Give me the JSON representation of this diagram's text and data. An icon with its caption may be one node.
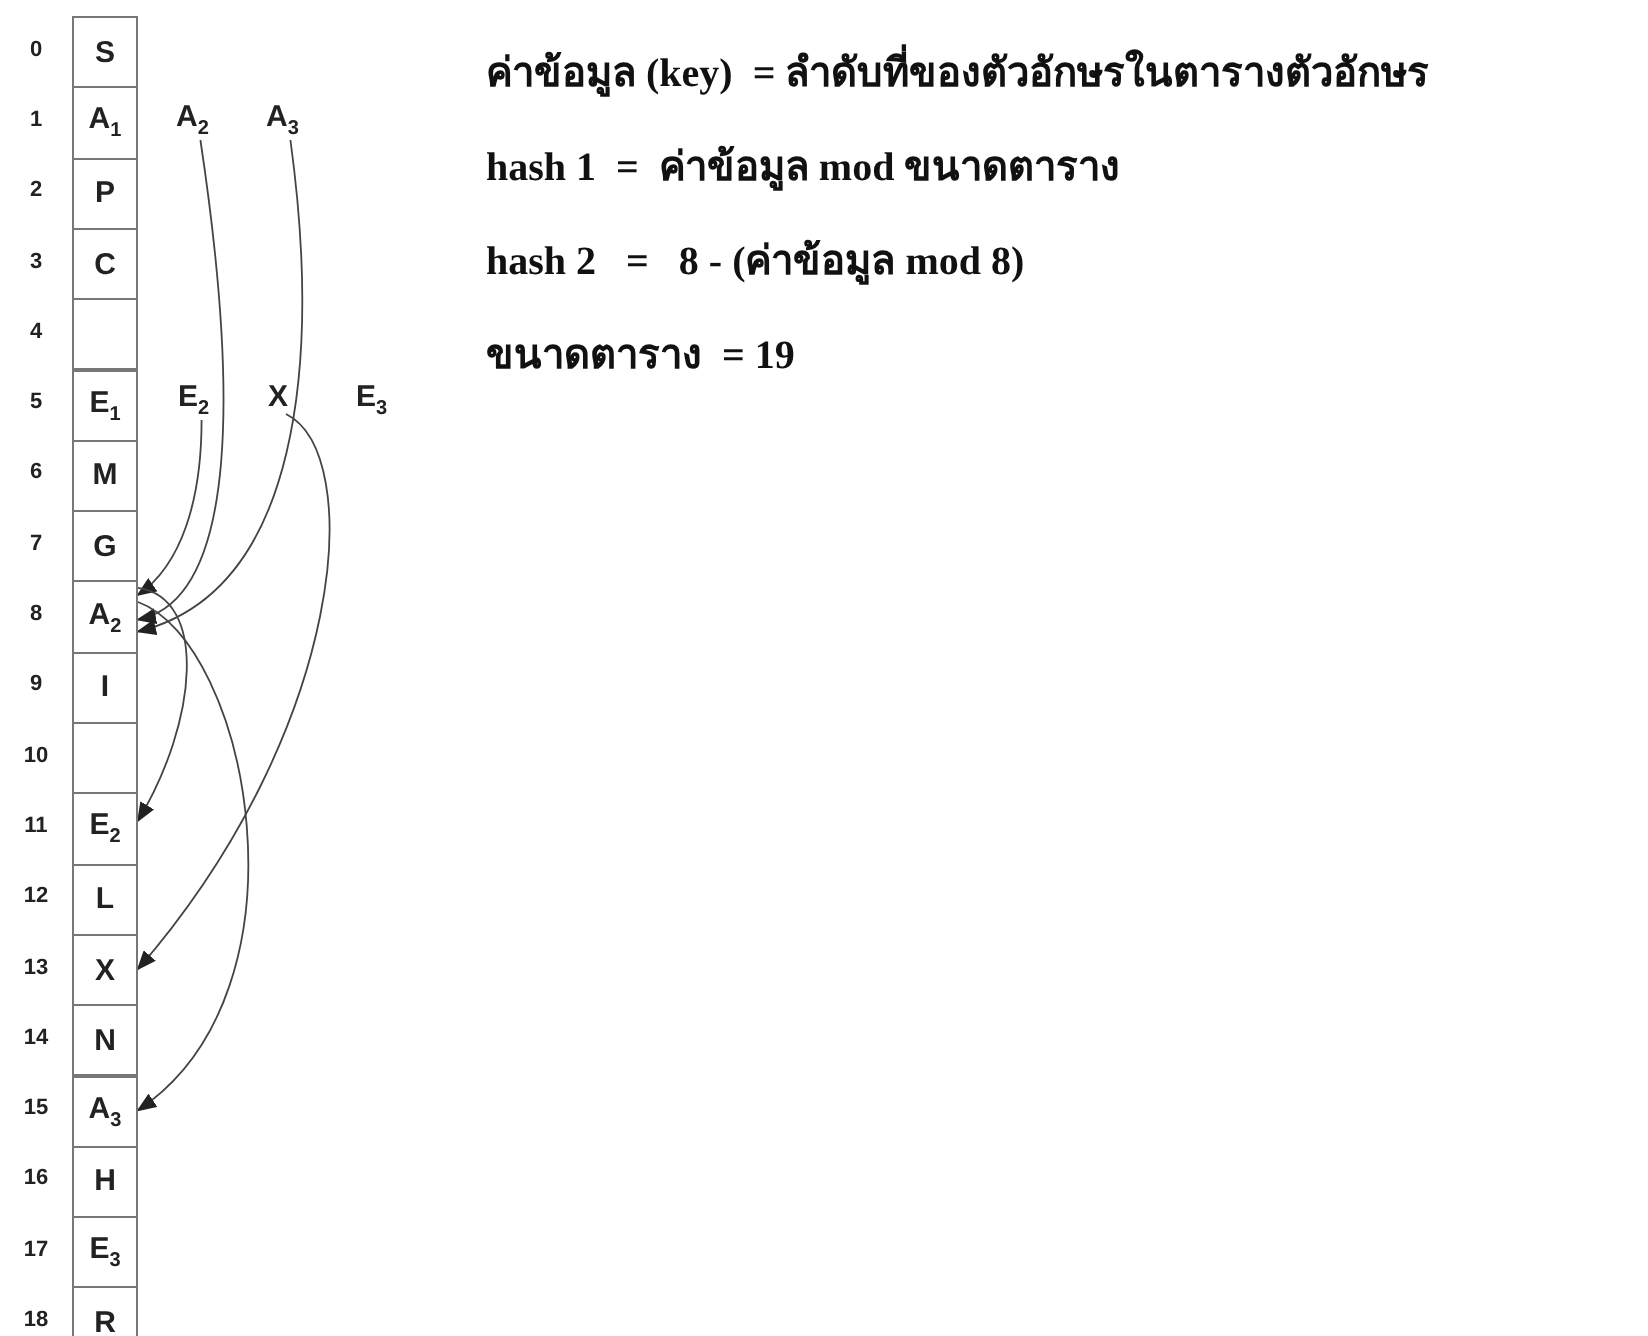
{
  "diagram": {
    "nodes": [
      {
        "text": [
          "S"
        ],
        "beside": [
          "0"
        ]
      },
      {
        "text": [
          "A$_{1}$"
        ],
        "beside": [
          "1"
        ]
      },
      {
        "text": [
          "P"
        ],
        "beside": [
          "2"
        ]
      },
      {
        "text": [
          "C"
        ],
        "beside": [
          "3"
        ]
      },
      {
        "text": [],
        "shape": "box",
        "beside": [
          "4"
        ]
      },
      {
        "text": [
          "E$_{1}$"
        ],
        "beside": [
          "5"
        ]
      },
      {
        "text": [
          "M"
        ],
        "beside": [
          "6"
        ]
      },
      {
        "text": [
          "G"
        ],
        "beside": [
          "7"
        ]
      },
      {
        "text": [
          "A$_{2}$"
        ],
        "beside": [
          "8"
        ]
      },
      {
        "text": [
          "I"
        ],
        "beside": [
          "9"
        ]
      },
      {
        "text": [],
        "shape": "box",
        "beside": [
          "10"
        ]
      },
      {
        "text": [
          "E$_{2}$"
        ],
        "beside": [
          "11"
        ]
      },
      {
        "text": [
          "L"
        ],
        "beside": [
          "12"
        ]
      },
      {
        "text": [
          "X"
        ],
        "beside": [
          "13"
        ]
      },
      {
        "text": [
          "N"
        ],
        "beside": [
          "14"
        ]
      },
      {
        "text": [
          "A$_{3}$"
        ],
        "beside": [
          "15"
        ]
      },
      {
        "text": [
          "H"
        ],
        "beside": [
          "16"
        ]
      },
      {
        "text": [
          "E$_{3}$"
        ],
        "beside": [
          "17"
        ]
      },
      {
        "text": [
          "R"
        ],
        "beside": [
          "18"
        ]
      },
      {
        "text": [
          "A$_{2}$"
        ]
      },
      {
        "text": [
          "A$_{3}$"
        ]
      },
      {
        "text": [
          "E$_{2}$"
        ]
      },
      {
        "text": [
          "X"
        ]
      }
    ],
    "edges": [
      {
        "from": 19,
        "to": 8,
        "arrow": "to"
      },
      {
        "from": 20,
        "to": 8,
        "arrow": "to"
      },
      {
        "from": 21,
        "to": 8,
        "arrow": "to"
      },
      {
        "from": 22,
        "to": 13,
        "arrow": "to"
      },
      {
        "from": 8,
        "to": 11,
        "arrow": "to"
      },
      {
        "from": 8,
        "to": 15,
        "arrow": "to"
      }
    ],
    "labels": [
      "E$_{3}$",
      "ค่าข้อมูล (key)  = ลำดับที่ของตัวอักษรในตารางตัวอักษร",
      "hash 1  =  ค่าข้อมูล mod ขนาดตาราง",
      "hash 2   =   8 - (ค่าข้อมูล mod 8)",
      "ขนาดตาราง  = 19"
    ]
  }
}
